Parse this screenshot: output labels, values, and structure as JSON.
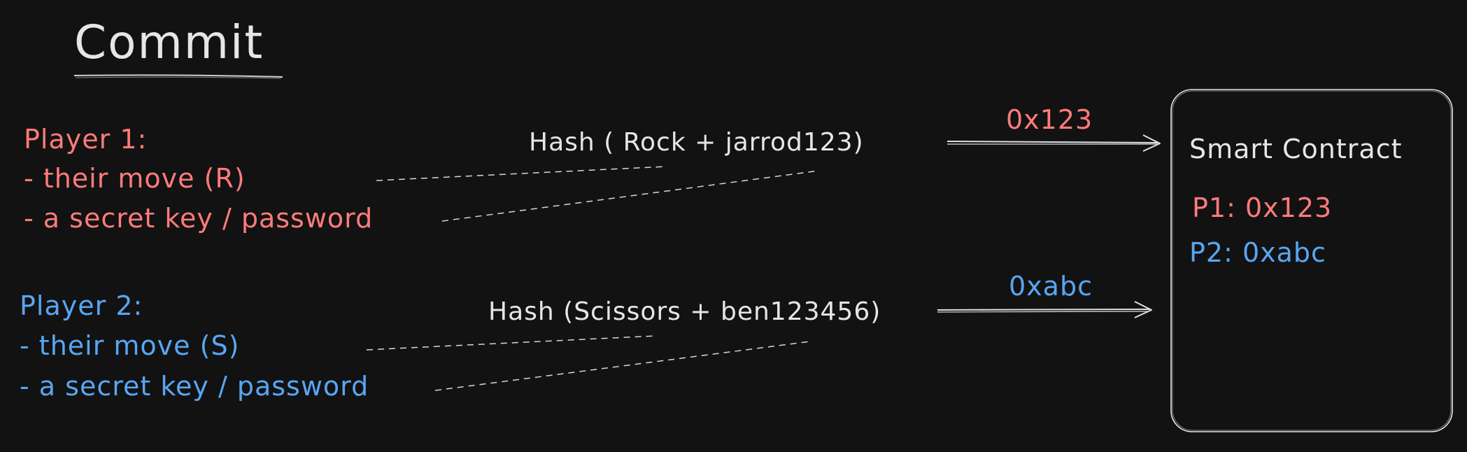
{
  "title": "Commit",
  "player1": {
    "heading": "Player 1:",
    "move": "- their move (R)",
    "secret": "- a secret key / password",
    "hash": "Hash ( Rock + jarrod123)",
    "hash_output": "0x123"
  },
  "player2": {
    "heading": "Player 2:",
    "move": "- their move (S)",
    "secret": "- a secret key / password",
    "hash": "Hash (Scissors + ben123456)",
    "hash_output": "0xabc"
  },
  "contract": {
    "title": "Smart Contract",
    "p1_entry": "P1: 0x123",
    "p2_entry": "P2: 0xabc"
  },
  "colors": {
    "background": "#121212",
    "player1": "#ff7b7b",
    "player2": "#58a6f2",
    "neutral": "#e6e6e6"
  }
}
